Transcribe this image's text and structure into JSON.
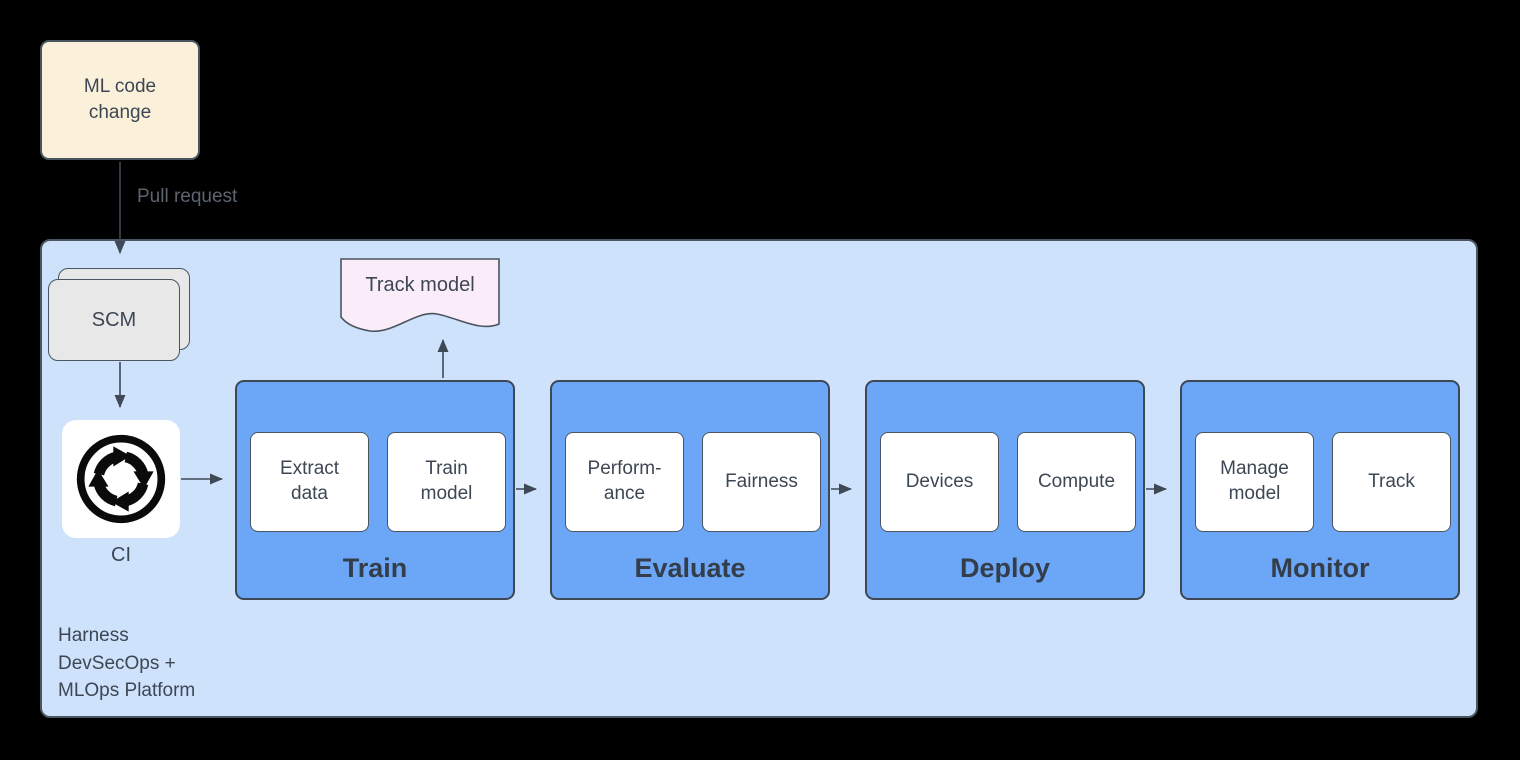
{
  "diagram": {
    "external": {
      "ml_code_change_label": "ML code\nchange",
      "pull_request_label": "Pull request"
    },
    "platform": {
      "label": "Harness\nDevSecOps +\nMLOps Platform",
      "scm_label": "SCM",
      "ci_label": "CI",
      "track_model_label": "Track model",
      "stages": [
        {
          "title": "Train",
          "steps": [
            "Extract\ndata",
            "Train\nmodel"
          ]
        },
        {
          "title": "Evaluate",
          "steps": [
            "Perform-\nance",
            "Fairness"
          ]
        },
        {
          "title": "Deploy",
          "steps": [
            "Devices",
            "Compute"
          ]
        },
        {
          "title": "Monitor",
          "steps": [
            "Manage\nmodel",
            "Track"
          ]
        }
      ]
    },
    "icons": {
      "ci_icon": "ci-circular-arrows-icon"
    }
  },
  "colors": {
    "background": "#000000",
    "platform_fill": "#CEE2FB",
    "platform_stroke": "#4A5560",
    "stage_fill": "#6CA7F7",
    "stage_stroke": "#3E4754",
    "step_fill": "#FFFFFF",
    "step_stroke": "#4A5560",
    "note_fill": "#FBF1DB",
    "doc_fill": "#FAEDF9",
    "scm_fill": "#E8E8E8",
    "ink": "#3D4754",
    "title_ink": "#343D4A",
    "arrow": "#3F4956",
    "muted_label": "#5C6470"
  }
}
